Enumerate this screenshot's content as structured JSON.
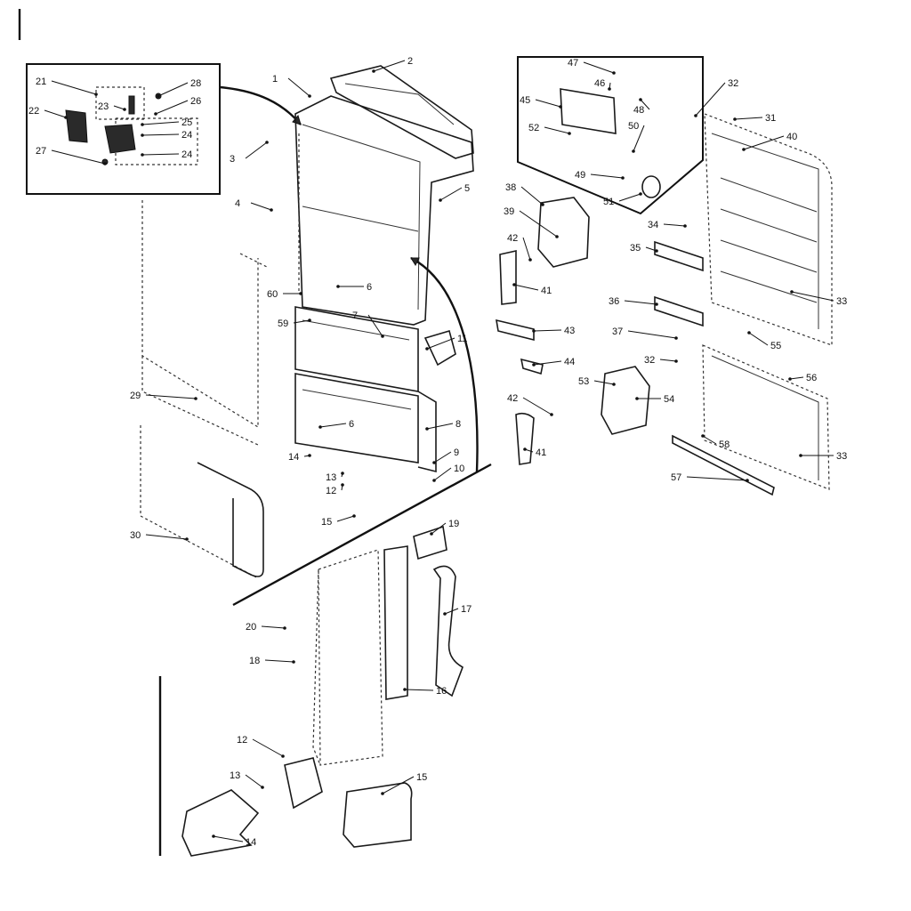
{
  "callouts": [
    "1",
    "2",
    "3",
    "4",
    "5",
    "6",
    "6",
    "7",
    "8",
    "9",
    "10",
    "11",
    "12",
    "12",
    "13",
    "13",
    "14",
    "14",
    "15",
    "15",
    "16",
    "17",
    "18",
    "19",
    "20",
    "21",
    "22",
    "23",
    "24",
    "24",
    "25",
    "26",
    "27",
    "28",
    "29",
    "30",
    "31",
    "32",
    "32",
    "33",
    "33",
    "34",
    "35",
    "36",
    "37",
    "38",
    "39",
    "40",
    "41",
    "41",
    "42",
    "42",
    "43",
    "44",
    "45",
    "46",
    "47",
    "48",
    "49",
    "50",
    "51",
    "52",
    "53",
    "54",
    "55",
    "56",
    "57",
    "58",
    "59",
    "60"
  ]
}
